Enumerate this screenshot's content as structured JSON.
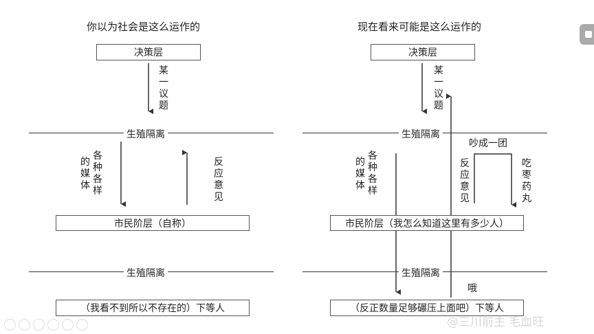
{
  "left": {
    "title": "你以为社会是这么运作的",
    "top_box": "决策层",
    "topic": "某一议题",
    "divider1": "生殖隔离",
    "media": [
      "各种各样",
      "的媒体"
    ],
    "feedback": "反应意见",
    "middle_box": "市民阶层（自称）",
    "divider2": "生殖隔离",
    "bottom_box": "（我看不到所以不存在的）下等人"
  },
  "right": {
    "title": "现在看来可能是这么运作的",
    "top_box": "决策层",
    "topic": "某一议题",
    "divider1": "生殖隔离",
    "media": [
      "各种各样",
      "的媒体"
    ],
    "feedback": "反应意见",
    "quarrel": "吵成一团",
    "pills": "吃枣药丸",
    "middle_box": "市民阶层（我怎么知道这里有多少人）",
    "divider2": "生殖隔离",
    "oh": "哦",
    "bottom_box": "（反正数量足够碾压上面吧）下等人"
  },
  "watermark": "@三川前主 毛血旺",
  "colors": {
    "line": "#333333",
    "watermark": "#d8d8d8"
  }
}
